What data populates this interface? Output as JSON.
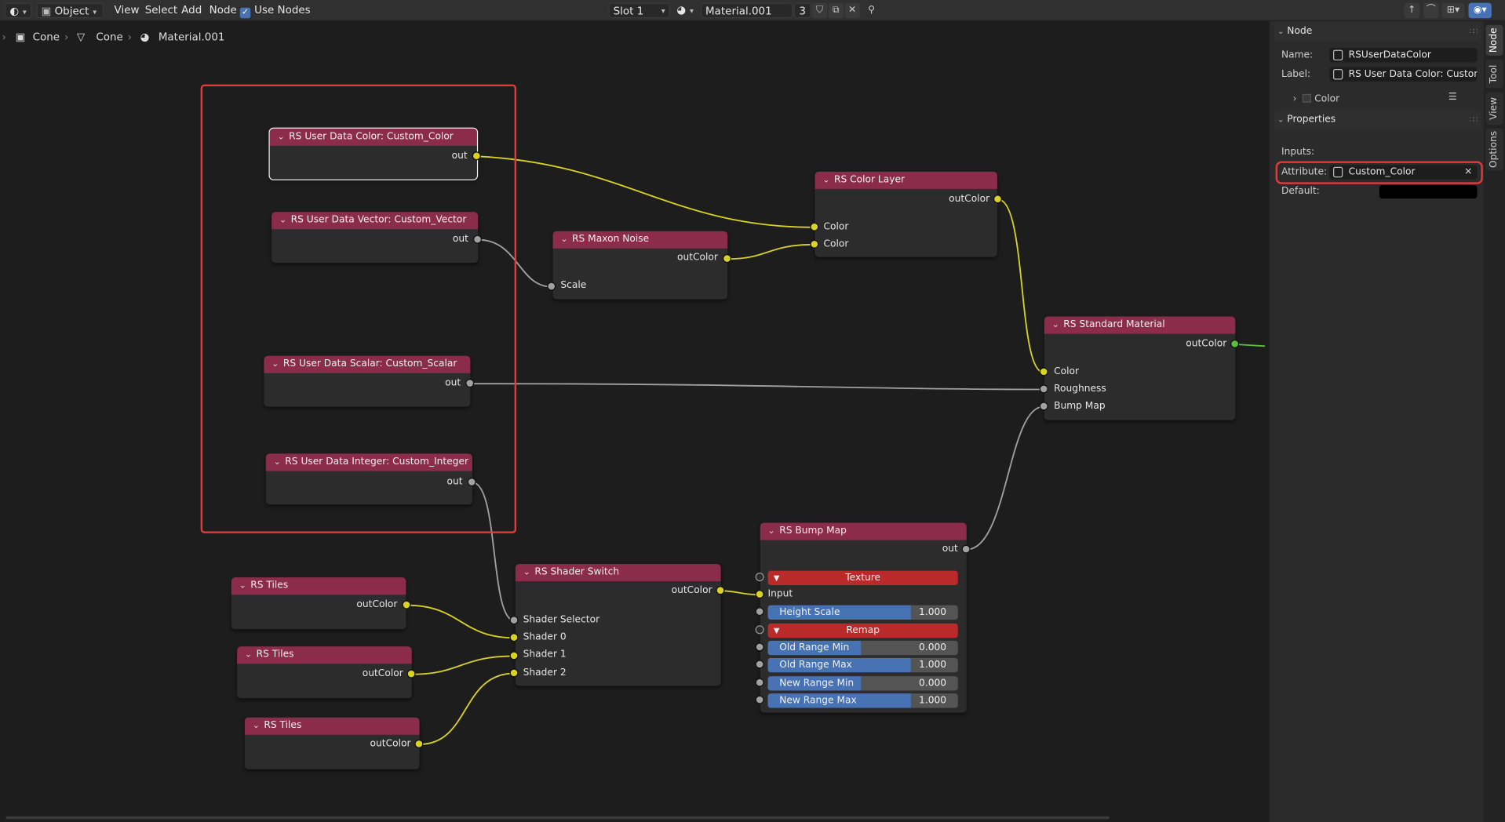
{
  "header": {
    "mode": "Object",
    "menus": [
      "View",
      "Select",
      "Add",
      "Node"
    ],
    "use_nodes_label": "Use Nodes",
    "slot": "Slot 1",
    "material_name": "Material.001",
    "user_count": "3"
  },
  "breadcrumb": [
    "Cone",
    "Cone",
    "Material.001"
  ],
  "nodes": {
    "ud_color": {
      "title": "RS User Data Color: Custom_Color",
      "out": "out"
    },
    "ud_vector": {
      "title": "RS User Data Vector: Custom_Vector",
      "out": "out"
    },
    "ud_scalar": {
      "title": "RS User Data Scalar: Custom_Scalar",
      "out": "out"
    },
    "ud_integer": {
      "title": "RS User Data Integer: Custom_Integer",
      "out": "out"
    },
    "maxon_noise": {
      "title": "RS Maxon Noise",
      "out": "outColor",
      "in_scale": "Scale"
    },
    "color_layer": {
      "title": "RS Color Layer",
      "out": "outColor",
      "in1": "Color",
      "in2": "Color"
    },
    "standard_material": {
      "title": "RS Standard Material",
      "out": "outColor",
      "in_color": "Color",
      "in_roughness": "Roughness",
      "in_bump": "Bump Map"
    },
    "tiles1": {
      "title": "RS Tiles",
      "out": "outColor"
    },
    "tiles2": {
      "title": "RS Tiles",
      "out": "outColor"
    },
    "tiles3": {
      "title": "RS Tiles",
      "out": "outColor"
    },
    "shader_switch": {
      "title": "RS Shader Switch",
      "out": "outColor",
      "in_selector": "Shader Selector",
      "in0": "Shader 0",
      "in1": "Shader 1",
      "in2": "Shader 2"
    },
    "bump_map": {
      "title": "RS Bump Map",
      "out": "out",
      "texture_label": "Texture",
      "input_label": "Input",
      "remap_label": "Remap",
      "fields": [
        {
          "label": "Height Scale",
          "value": "1.000",
          "fill": 0.75
        },
        {
          "label": "Old Range Min",
          "value": "0.000",
          "fill": 0.49
        },
        {
          "label": "Old Range Max",
          "value": "1.000",
          "fill": 0.75
        },
        {
          "label": "New Range Min",
          "value": "0.000",
          "fill": 0.49
        },
        {
          "label": "New Range Max",
          "value": "1.000",
          "fill": 0.75
        }
      ]
    }
  },
  "sidebar": {
    "node_section": "Node",
    "name_label": "Name:",
    "name_value": "RSUserDataColor",
    "label_label": "Label:",
    "label_value": "RS User Data Color: Custom_...",
    "color_sub": "Color",
    "properties_section": "Properties",
    "inputs_label": "Inputs:",
    "attribute_label": "Attribute:",
    "attribute_value": "Custom_Color",
    "default_label": "Default:",
    "tabs": [
      "Node",
      "Tool",
      "View",
      "Options"
    ]
  },
  "colors": {
    "node_header": "#8b2c4a",
    "socket_color": "#d8d225",
    "socket_float": "#a1a1a1",
    "socket_shader": "#5fbd3c",
    "highlight": "#e23a3a",
    "accent": "#4772b3"
  }
}
